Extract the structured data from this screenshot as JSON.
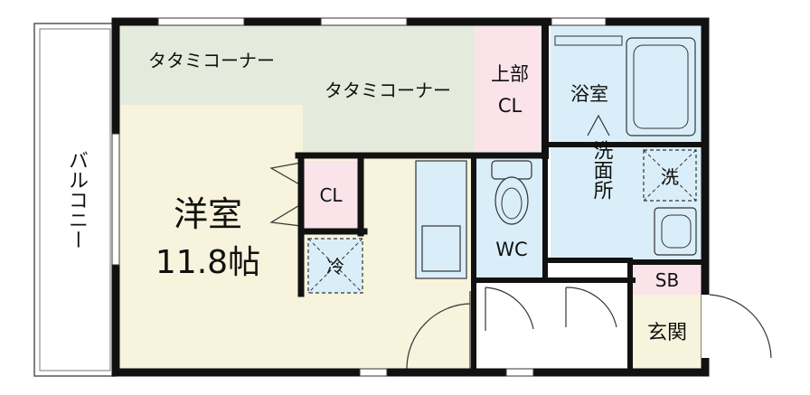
{
  "rooms": {
    "balcony": "バルコニー",
    "tatami_corner_1": "タタミコーナー",
    "tatami_corner_2": "タタミコーナー",
    "upper_closet_line1": "上部",
    "upper_closet_line2": "CL",
    "bathroom": "浴室",
    "western_room_name": "洋室",
    "western_room_size": "11.8帖",
    "closet": "CL",
    "fridge_space": "冷",
    "toilet": "WC",
    "washroom": "洗面所",
    "washer_space": "洗",
    "shoe_box": "SB",
    "entrance": "玄関"
  },
  "colors": {
    "western_room": "#f7f3dc",
    "tatami": "#e4ebdd",
    "closet": "#fbe3ea",
    "wet_area": "#daeef9",
    "entrance": "#f7f3dc",
    "wall": "#111111"
  }
}
